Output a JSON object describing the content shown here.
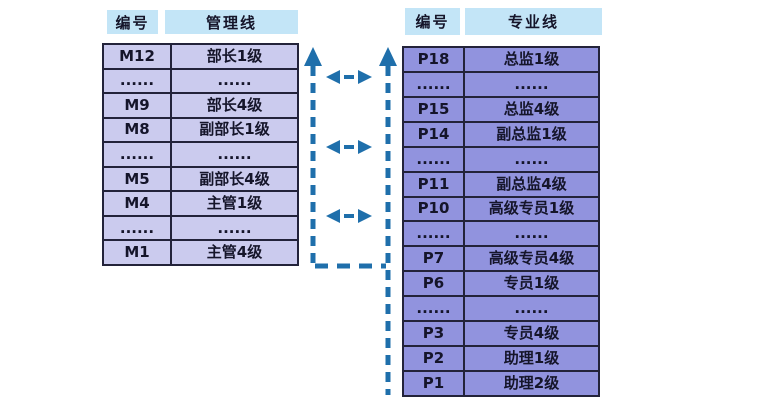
{
  "colors": {
    "header_bg": "#c3e5f7",
    "management_row_bg": "#cbcbee",
    "professional_row_bg": "#9193de",
    "border": "#23233a",
    "arrow": "#1f6fab",
    "text": "#15152a",
    "page_bg": "#ffffff"
  },
  "management_track": {
    "header": {
      "id_label": "编号",
      "name_label": "管理线"
    },
    "rows": [
      {
        "code": "M12",
        "title": "部长1级"
      },
      {
        "code": "......",
        "title": "......"
      },
      {
        "code": "M9",
        "title": "部长4级"
      },
      {
        "code": "M8",
        "title": "副部长1级"
      },
      {
        "code": "......",
        "title": "......"
      },
      {
        "code": "M5",
        "title": "副部长4级"
      },
      {
        "code": "M4",
        "title": "主管1级"
      },
      {
        "code": "......",
        "title": "......"
      },
      {
        "code": "M1",
        "title": "主管4级"
      }
    ]
  },
  "professional_track": {
    "header": {
      "id_label": "编号",
      "name_label": "专业线"
    },
    "rows": [
      {
        "code": "P18",
        "title": "总监1级"
      },
      {
        "code": "......",
        "title": "......"
      },
      {
        "code": "P15",
        "title": "总监4级"
      },
      {
        "code": "P14",
        "title": "副总监1级"
      },
      {
        "code": "......",
        "title": "......"
      },
      {
        "code": "P11",
        "title": "副总监4级"
      },
      {
        "code": "P10",
        "title": "高级专员1级"
      },
      {
        "code": "......",
        "title": "......"
      },
      {
        "code": "P7",
        "title": "高级专员4级"
      },
      {
        "code": "P6",
        "title": "专员1级"
      },
      {
        "code": "......",
        "title": "......"
      },
      {
        "code": "P3",
        "title": "专员4级"
      },
      {
        "code": "P2",
        "title": "助理1级"
      },
      {
        "code": "P1",
        "title": "助理2级"
      }
    ]
  },
  "connectors": {
    "upward_promotion_arrows": 2,
    "cross_track_transfer_arrows": 3
  }
}
